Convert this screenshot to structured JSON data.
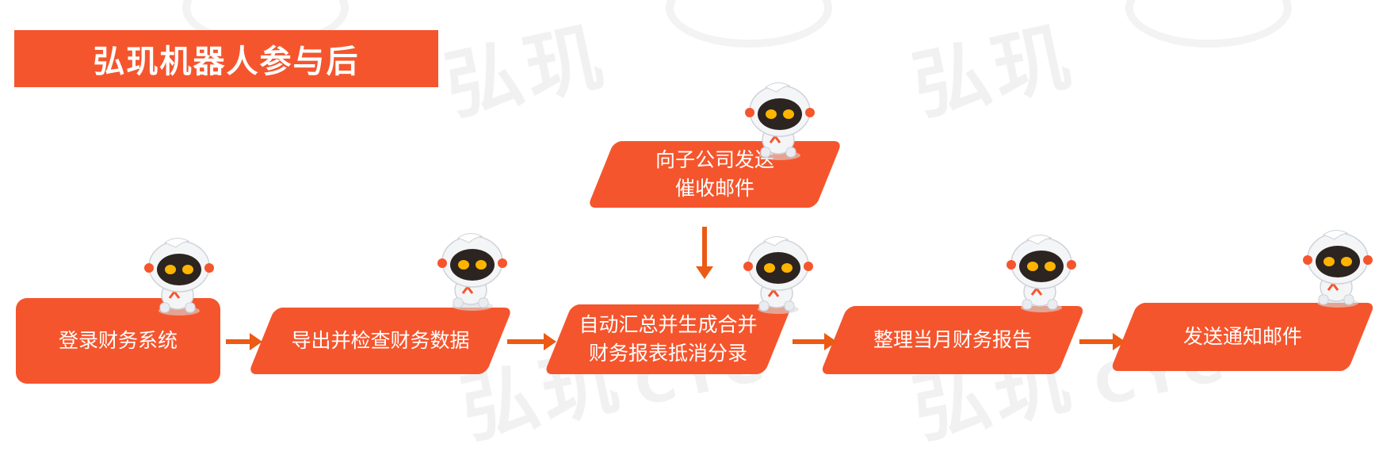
{
  "title": "弘玑机器人参与后",
  "watermark_text": "弘玑",
  "watermark_mark": "CYC",
  "steps": [
    {
      "id": "login",
      "label": "登录财务系统"
    },
    {
      "id": "export",
      "label": "导出并检查财务数据"
    },
    {
      "id": "consolidate",
      "label": "自动汇总并生成合并\n财务报表抵消分录"
    },
    {
      "id": "reminder",
      "label": "向子公司发送\n催收邮件"
    },
    {
      "id": "report",
      "label": "整理当月财务报告"
    },
    {
      "id": "notify",
      "label": "发送通知邮件"
    }
  ],
  "colors": {
    "accent": "#f5552d",
    "arrow": "#ec5a14",
    "robot_body": "#f4f5f7",
    "robot_visor": "#2b2420",
    "robot_eyes": "#ffb400"
  },
  "icons": [
    "robot-mascot-icon"
  ]
}
